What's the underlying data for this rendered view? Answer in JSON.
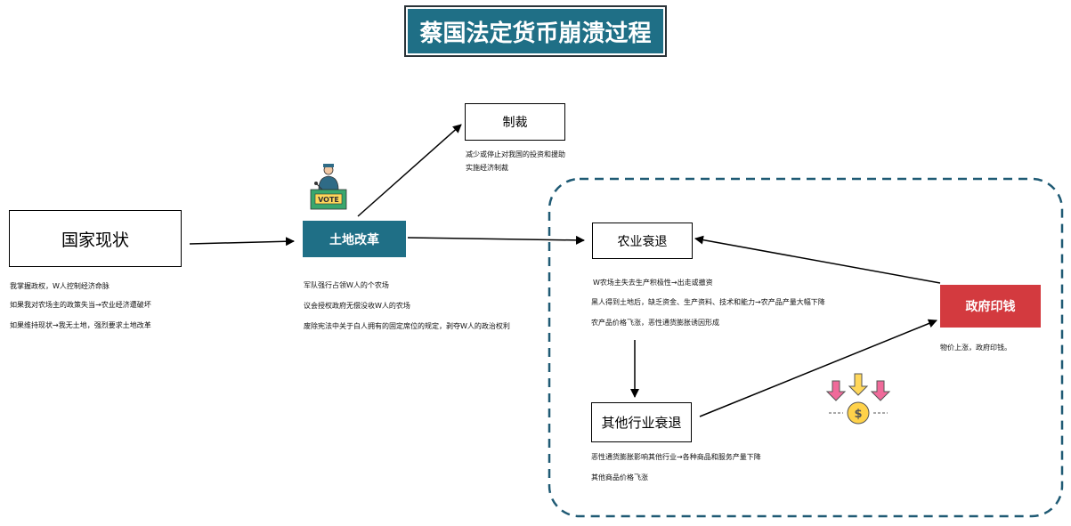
{
  "title": "蔡国法定货币崩溃过程",
  "nodes": {
    "national_status": "国家现状",
    "land_reform": "土地改革",
    "sanctions": "制裁",
    "agri_decline": "农业衰退",
    "other_decline": "其他行业衰退",
    "gov_print": "政府印钱"
  },
  "icons": {
    "vote_label": "VOTE",
    "vote_icon": "voting-podium-icon",
    "money_icon": "money-down-arrows-icon"
  },
  "notes": {
    "national_status": [
      "我掌握政权，W人控制经济命脉",
      "如果我对农场主的政策失当→农业经济遭破坏",
      "如果维持现状→我无土地，强烈要求土地改革"
    ],
    "land_reform": [
      "军队强行占领W人的个农场",
      "议会授权政府无偿没收W人的农场",
      "废除宪法中关于白人拥有的固定席位的规定，剥夺W人的政治权利"
    ],
    "sanctions": [
      "减少或停止对我国的投资和援助",
      "实施经济制裁"
    ],
    "agri_decline": [
      "W农场主失去生产积极性→出走或撤资",
      "黑人得到土地后，缺乏资金、生产资料、技术和能力→农产品产量大幅下降",
      "农产品价格飞涨，恶性通货膨胀诱因形成"
    ],
    "gov_print": [
      "物价上涨，政府印钱。"
    ],
    "other_decline": [
      "恶性通货膨胀影响其他行业→各种商品和服务产量下降",
      "其他商品价格飞涨"
    ]
  },
  "colors": {
    "title_bg": "#1f6f86",
    "land_reform_bg": "#1f6f86",
    "gov_print_bg": "#d33a3f",
    "dashed_border": "#1f5a74"
  }
}
